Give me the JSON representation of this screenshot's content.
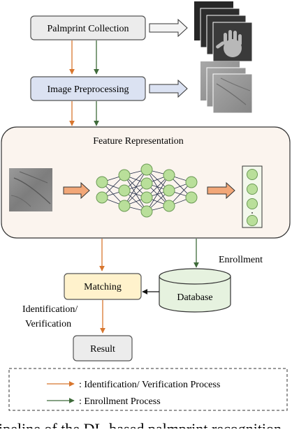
{
  "colors": {
    "orange": "#d8762e",
    "green": "#3f6b3a",
    "box_gray": "#ececec",
    "box_blue": "#dbe2f2",
    "feature_bg": "#fbf4ee",
    "matching_bg": "#fff2cc",
    "database_bg": "#e6f2df",
    "node_fill": "#b9df9a",
    "node_stroke": "#6b9a55"
  },
  "nodes": {
    "palmprint_collection": "Palmprint Collection",
    "image_preprocessing": "Image Preprocessing",
    "feature_representation": "Feature Representation",
    "matching": "Matching",
    "database": "Database",
    "result": "Result"
  },
  "labels": {
    "enrollment": "Enrollment",
    "identification_line1": "Identification/",
    "identification_line2": "Verification"
  },
  "legend": {
    "orange_label": ": Identification/ Verification Process",
    "green_label": ": Enrollment Process"
  },
  "caption_fragment": "ipeline of the DL-based palmprint recognition"
}
